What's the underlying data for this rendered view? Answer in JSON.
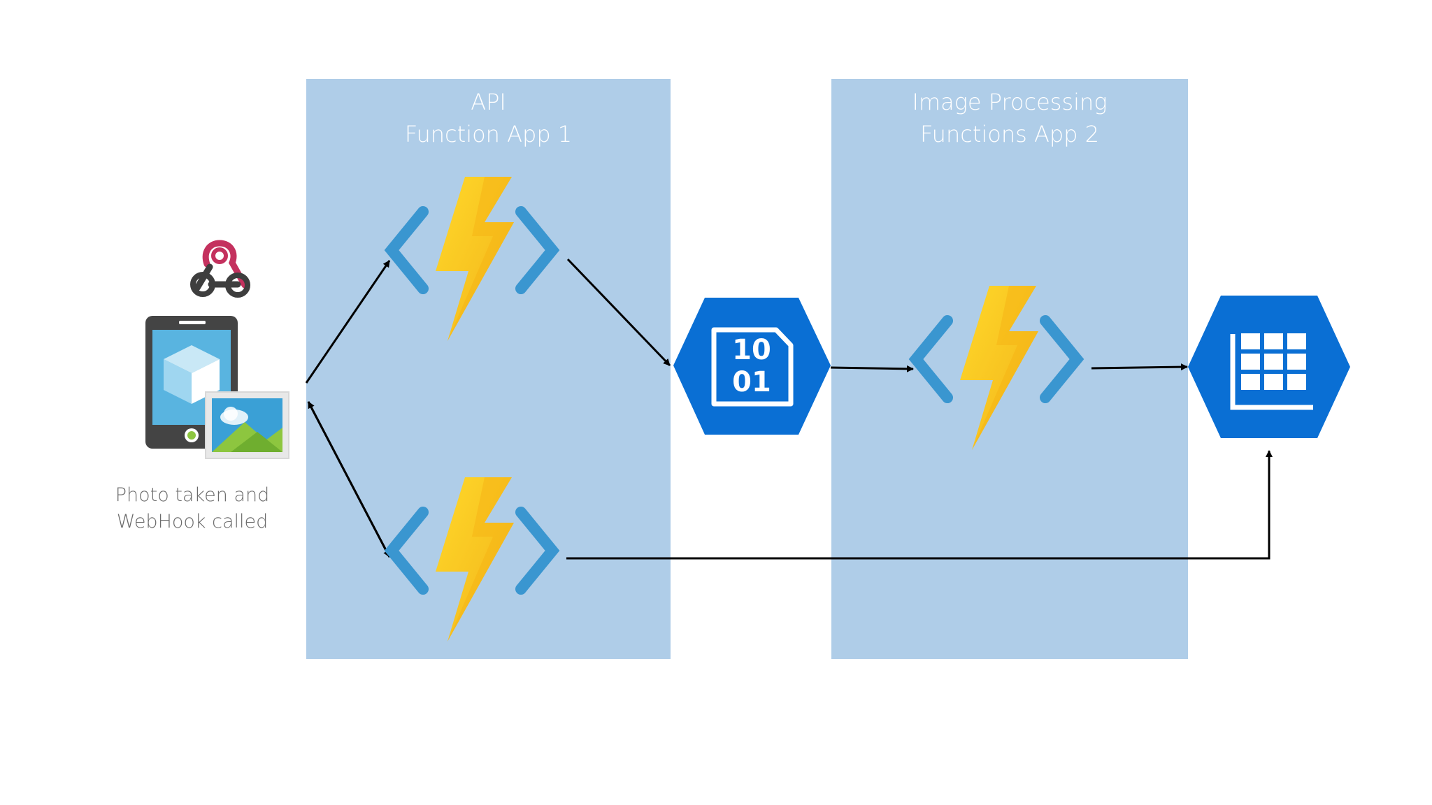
{
  "panels": {
    "api": {
      "line1": "API",
      "line2": "Function App 1"
    },
    "image_processing": {
      "line1": "Image Processing",
      "line2": "Functions App 2"
    }
  },
  "client": {
    "caption_line1": "Photo taken and",
    "caption_line2": "WebHook called"
  },
  "blob_storage": {
    "line1": "10",
    "line2": "01"
  },
  "icons": {
    "webhook": "webhook-icon",
    "phone": "phone-icon",
    "photo": "photo-icon",
    "function": "azure-function-icon",
    "blob": "blob-storage-icon",
    "table": "table-storage-icon"
  },
  "colors": {
    "panel": "#afcde8",
    "azure_blue": "#0a6fd4",
    "function_bracket": "#3a96d0",
    "bolt": "#f8c41e",
    "webhook_red": "#c4315e",
    "arrow": "#000000"
  }
}
